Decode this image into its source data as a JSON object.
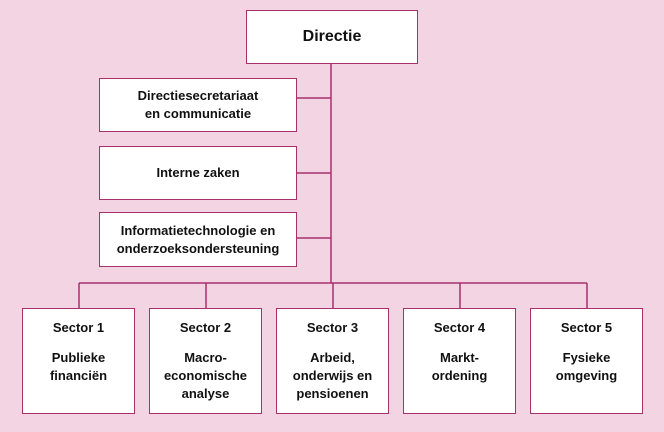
{
  "org": {
    "top": "Directie",
    "staff": [
      "Directiesecretariaat\nen communicatie",
      "Interne zaken",
      "Informatietechnologie en\nonderzoeksondersteuning"
    ],
    "sectors": [
      {
        "num": "Sector 1",
        "name": "Publieke\nfinanciën"
      },
      {
        "num": "Sector 2",
        "name": "Macro-\neconomische\nanalyse"
      },
      {
        "num": "Sector 3",
        "name": "Arbeid,\nonderwijs en\npensioenen"
      },
      {
        "num": "Sector 4",
        "name": "Markt-\nordening"
      },
      {
        "num": "Sector 5",
        "name": "Fysieke\nomgeving"
      }
    ],
    "colors": {
      "background": "#f2d4e3",
      "line": "#a8306e",
      "box": "#ffffff"
    }
  }
}
